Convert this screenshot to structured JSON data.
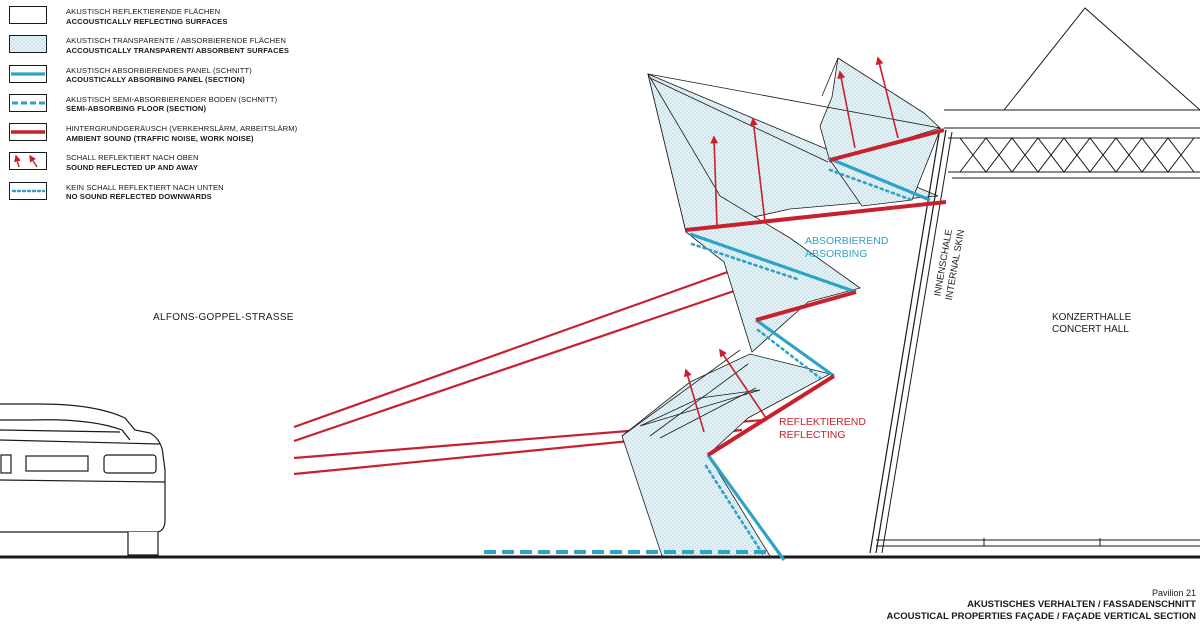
{
  "legend": {
    "items": [
      {
        "de": "AKUSTISCH REFLEKTIERENDE FLÄCHEN",
        "en": "ACCOUSTICALLY REFLECTING SURFACES",
        "swatch": "plain"
      },
      {
        "de": "AKUSTISCH TRANSPARENTE / ABSORBIERENDE FLÄCHEN",
        "en": "ACCOUSTICALLY TRANSPARENT/ ABSORBENT SURFACES",
        "swatch": "dotted-fill"
      },
      {
        "de": "AKUSTISCH ABSORBIERENDES PANEL (SCHNITT)",
        "en": "ACOUSTICALLY ABSORBING PANEL (SECTION)",
        "swatch": "blue-line"
      },
      {
        "de": "AKUSTISCH SEMI-ABSORBIERENDER BODEN (SCHNITT)",
        "en": "SEMI-ABSORBING FLOOR (SECTION)",
        "swatch": "blue-dashed"
      },
      {
        "de": "HINTERGRUNDGERÄUSCH (VERKEHRSLÄRM, ARBEITSLÄRM)",
        "en": "AMBIENT SOUND (TRAFFIC NOISE, WORK NOISE)",
        "swatch": "red-line"
      },
      {
        "de": "SCHALL REFLEKTIERT NACH OBEN",
        "en": "SOUND REFLECTED UP AND AWAY",
        "swatch": "red-arrows"
      },
      {
        "de": "KEIN SCHALL REFLEKTIERT NACH UNTEN",
        "en": "NO SOUND REFLECTED DOWNWARDS",
        "swatch": "blue-dotted"
      }
    ]
  },
  "labels": {
    "street": "ALFONS-GOPPEL-STRASSE",
    "hall_de": "KONZERTHALLE",
    "hall_en": "CONCERT HALL",
    "absorb_de": "ABSORBIEREND",
    "absorb_en": "ABSORBING",
    "reflect_de": "REFLEKTIEREND",
    "reflect_en": "REFLECTING",
    "skin_de": "INNENSCHALE",
    "skin_en": "INTERNAL SKIN"
  },
  "caption": {
    "project": "Pavilion 21",
    "title_de": "AKUSTISCHES VERHALTEN / FASSADENSCHNITT",
    "title_en": "ACOUSTICAL PROPERTIES FAÇADE / FAÇADE VERTICAL SECTION"
  },
  "colors": {
    "red": "#c9202e",
    "blue": "#2ea3c6",
    "fill": "#e3f1f4",
    "ink": "#1a1a1a"
  }
}
